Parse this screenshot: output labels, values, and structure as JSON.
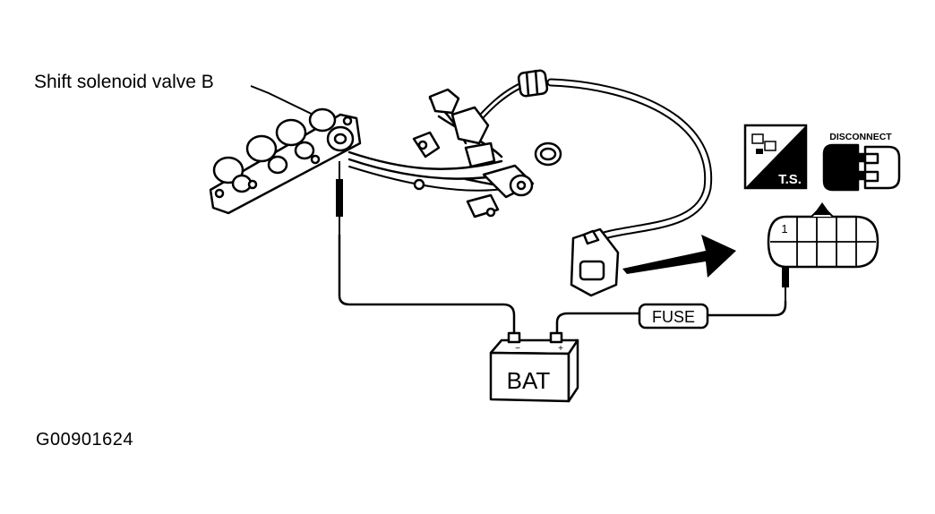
{
  "labels": {
    "component": "Shift solenoid valve B",
    "figure_id": "G00901624",
    "fuse": "FUSE",
    "battery": "BAT",
    "battery_neg": "−",
    "battery_pos": "+",
    "ts_badge": "T.S.",
    "disconnect": "DISCONNECT",
    "terminal": "1"
  },
  "colors": {
    "ink": "#000000",
    "paper": "#ffffff"
  },
  "icons": {
    "ts": "ts-connector-icon",
    "disconnect": "disconnected-connector-icon"
  }
}
